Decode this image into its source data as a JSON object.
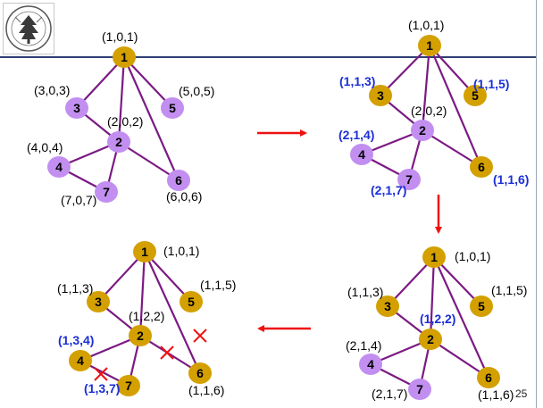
{
  "logo": {
    "icon": "university-seal-icon"
  },
  "colors": {
    "edge": "#7b1a83",
    "node_purple": "#c28ff0",
    "node_gold": "#d3a000",
    "arrow": "#ee1111",
    "blue_label": "#1b2fd6",
    "cross": "#ee1111"
  },
  "graphs": [
    {
      "id": "g1",
      "nodes": [
        {
          "num": "1",
          "label": "(1,0,1)",
          "color": "gold"
        },
        {
          "num": "2",
          "label": "(2,0,2)",
          "color": "purple"
        },
        {
          "num": "3",
          "label": "(3,0,3)",
          "color": "purple"
        },
        {
          "num": "4",
          "label": "(4,0,4)",
          "color": "purple"
        },
        {
          "num": "5",
          "label": "(5,0,5)",
          "color": "purple"
        },
        {
          "num": "6",
          "label": "(6,0,6)",
          "color": "purple"
        },
        {
          "num": "7",
          "label": "(7,0,7)",
          "color": "purple"
        }
      ]
    },
    {
      "id": "g2",
      "nodes": [
        {
          "num": "1",
          "label": "(1,0,1)",
          "color": "gold"
        },
        {
          "num": "2",
          "label": "(2,0,2)",
          "color": "purple"
        },
        {
          "num": "3",
          "label": "(1,1,3)",
          "color": "gold"
        },
        {
          "num": "4",
          "label": "(2,1,4)",
          "color": "purple"
        },
        {
          "num": "5",
          "label": "(1,1,5)",
          "color": "gold"
        },
        {
          "num": "6",
          "label": "(1,1,6)",
          "color": "gold"
        },
        {
          "num": "7",
          "label": "(2,1,7)",
          "color": "purple"
        }
      ]
    },
    {
      "id": "g3",
      "nodes": [
        {
          "num": "1",
          "label": "(1,0,1)",
          "color": "gold"
        },
        {
          "num": "2",
          "label": "(1,2,2)",
          "color": "gold"
        },
        {
          "num": "3",
          "label": "(1,1,3)",
          "color": "gold"
        },
        {
          "num": "4",
          "label": "(2,1,4)",
          "color": "purple"
        },
        {
          "num": "5",
          "label": "(1,1,5)",
          "color": "gold"
        },
        {
          "num": "6",
          "label": "(1,1,6)",
          "color": "gold"
        },
        {
          "num": "7",
          "label": "(2,1,7)",
          "color": "purple"
        }
      ]
    },
    {
      "id": "g4",
      "nodes": [
        {
          "num": "1",
          "label": "(1,0,1)",
          "color": "gold"
        },
        {
          "num": "2",
          "label": "(1,2,2)",
          "color": "gold"
        },
        {
          "num": "3",
          "label": "(1,1,3)",
          "color": "gold"
        },
        {
          "num": "4",
          "label": "(1,3,4)",
          "color": "gold"
        },
        {
          "num": "5",
          "label": "(1,1,5)",
          "color": "gold"
        },
        {
          "num": "6",
          "label": "(1,1,6)",
          "color": "gold"
        },
        {
          "num": "7",
          "label": "(1,3,7)",
          "color": "gold"
        }
      ]
    }
  ],
  "page_number": "25"
}
